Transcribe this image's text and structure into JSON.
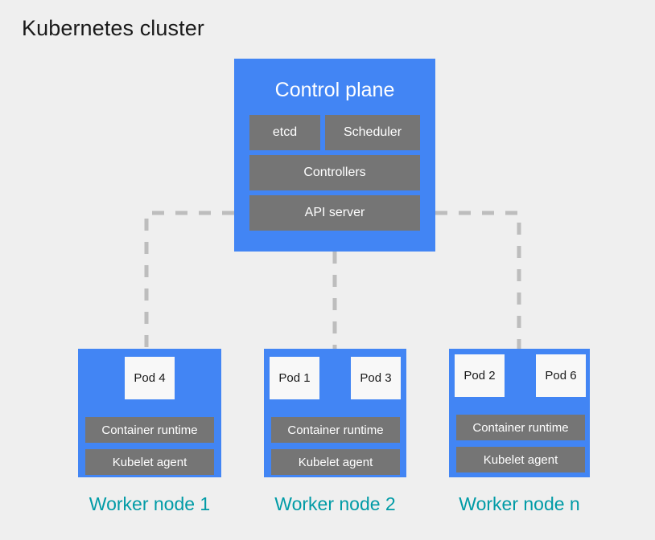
{
  "title": "Kubernetes cluster",
  "colors": {
    "background": "#efefef",
    "node_blue": "#4285f4",
    "component_gray": "#757575",
    "pod_white": "#f8f8f8",
    "caption_teal": "#009ba6",
    "connector_gray": "#bdbdbd",
    "title_text": "#1a1a1a"
  },
  "control_plane": {
    "title": "Control plane",
    "components": [
      {
        "name": "etcd",
        "label": "etcd"
      },
      {
        "name": "scheduler",
        "label": "Scheduler"
      },
      {
        "name": "controllers",
        "label": "Controllers"
      },
      {
        "name": "api-server",
        "label": "API server"
      }
    ]
  },
  "worker_nodes": [
    {
      "id": "worker-node-1",
      "caption": "Worker node 1",
      "pods": [
        {
          "label": "Pod 4"
        }
      ],
      "runtime_label": "Container runtime",
      "kubelet_label": "Kubelet agent"
    },
    {
      "id": "worker-node-2",
      "caption": "Worker node 2",
      "pods": [
        {
          "label": "Pod 1"
        },
        {
          "label": "Pod 3"
        }
      ],
      "runtime_label": "Container runtime",
      "kubelet_label": "Kubelet agent"
    },
    {
      "id": "worker-node-n",
      "caption": "Worker node n",
      "pods": [
        {
          "label": "Pod 2"
        },
        {
          "label": "Pod 6"
        }
      ],
      "runtime_label": "Container runtime",
      "kubelet_label": "Kubelet agent"
    }
  ],
  "connectors": {
    "style": "dashed",
    "description": "API server connects to each worker node"
  }
}
